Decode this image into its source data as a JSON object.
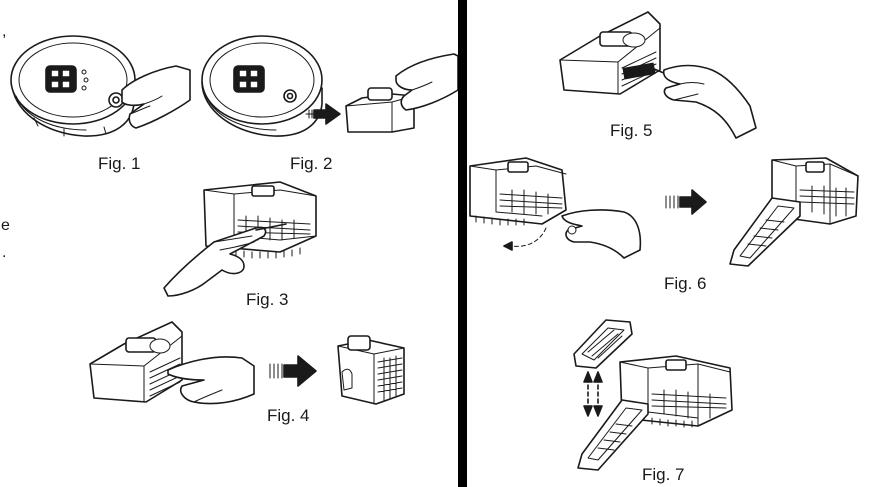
{
  "figures": {
    "fig1": {
      "caption": "Fig. 1"
    },
    "fig2": {
      "caption": "Fig. 2"
    },
    "fig3": {
      "caption": "Fig. 3"
    },
    "fig4": {
      "caption": "Fig. 4"
    },
    "fig5": {
      "caption": "Fig. 5"
    },
    "fig6": {
      "caption": "Fig. 6"
    },
    "fig7": {
      "caption": "Fig. 7"
    }
  },
  "edge_marks": [
    ",",
    "e",
    "."
  ],
  "colors": {
    "ink": "#1a1a1a",
    "divider": "#000000",
    "background": "#ffffff"
  }
}
